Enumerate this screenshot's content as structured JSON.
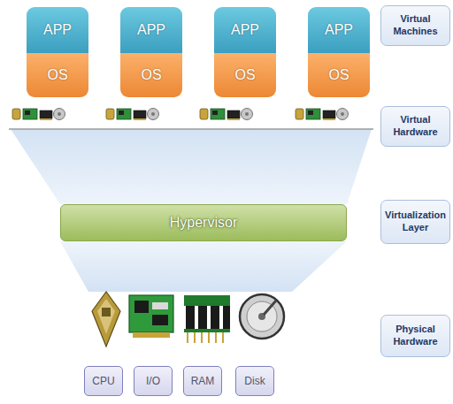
{
  "diagram": {
    "nodes": [
      {
        "text": [
          "APP"
        ]
      },
      {
        "text": [
          "OS"
        ]
      },
      {
        "text": [
          "APP"
        ]
      },
      {
        "text": [
          "OS"
        ]
      },
      {
        "text": [
          "APP"
        ]
      },
      {
        "text": [
          "OS"
        ]
      },
      {
        "text": [
          "APP"
        ]
      },
      {
        "text": [
          "OS"
        ]
      },
      {
        "text": [
          "Virtual Machines"
        ]
      },
      {
        "text": [
          "Virtual Hardware"
        ]
      },
      {
        "text": [
          "Virtualization Layer"
        ]
      },
      {
        "text": [
          "Physical Hardware"
        ]
      },
      {
        "text": [
          "Hypervisor"
        ]
      },
      {
        "text": [
          "CPU"
        ]
      },
      {
        "text": [
          "I/O"
        ]
      },
      {
        "text": [
          "RAM"
        ]
      },
      {
        "text": [
          "Disk"
        ]
      }
    ]
  }
}
